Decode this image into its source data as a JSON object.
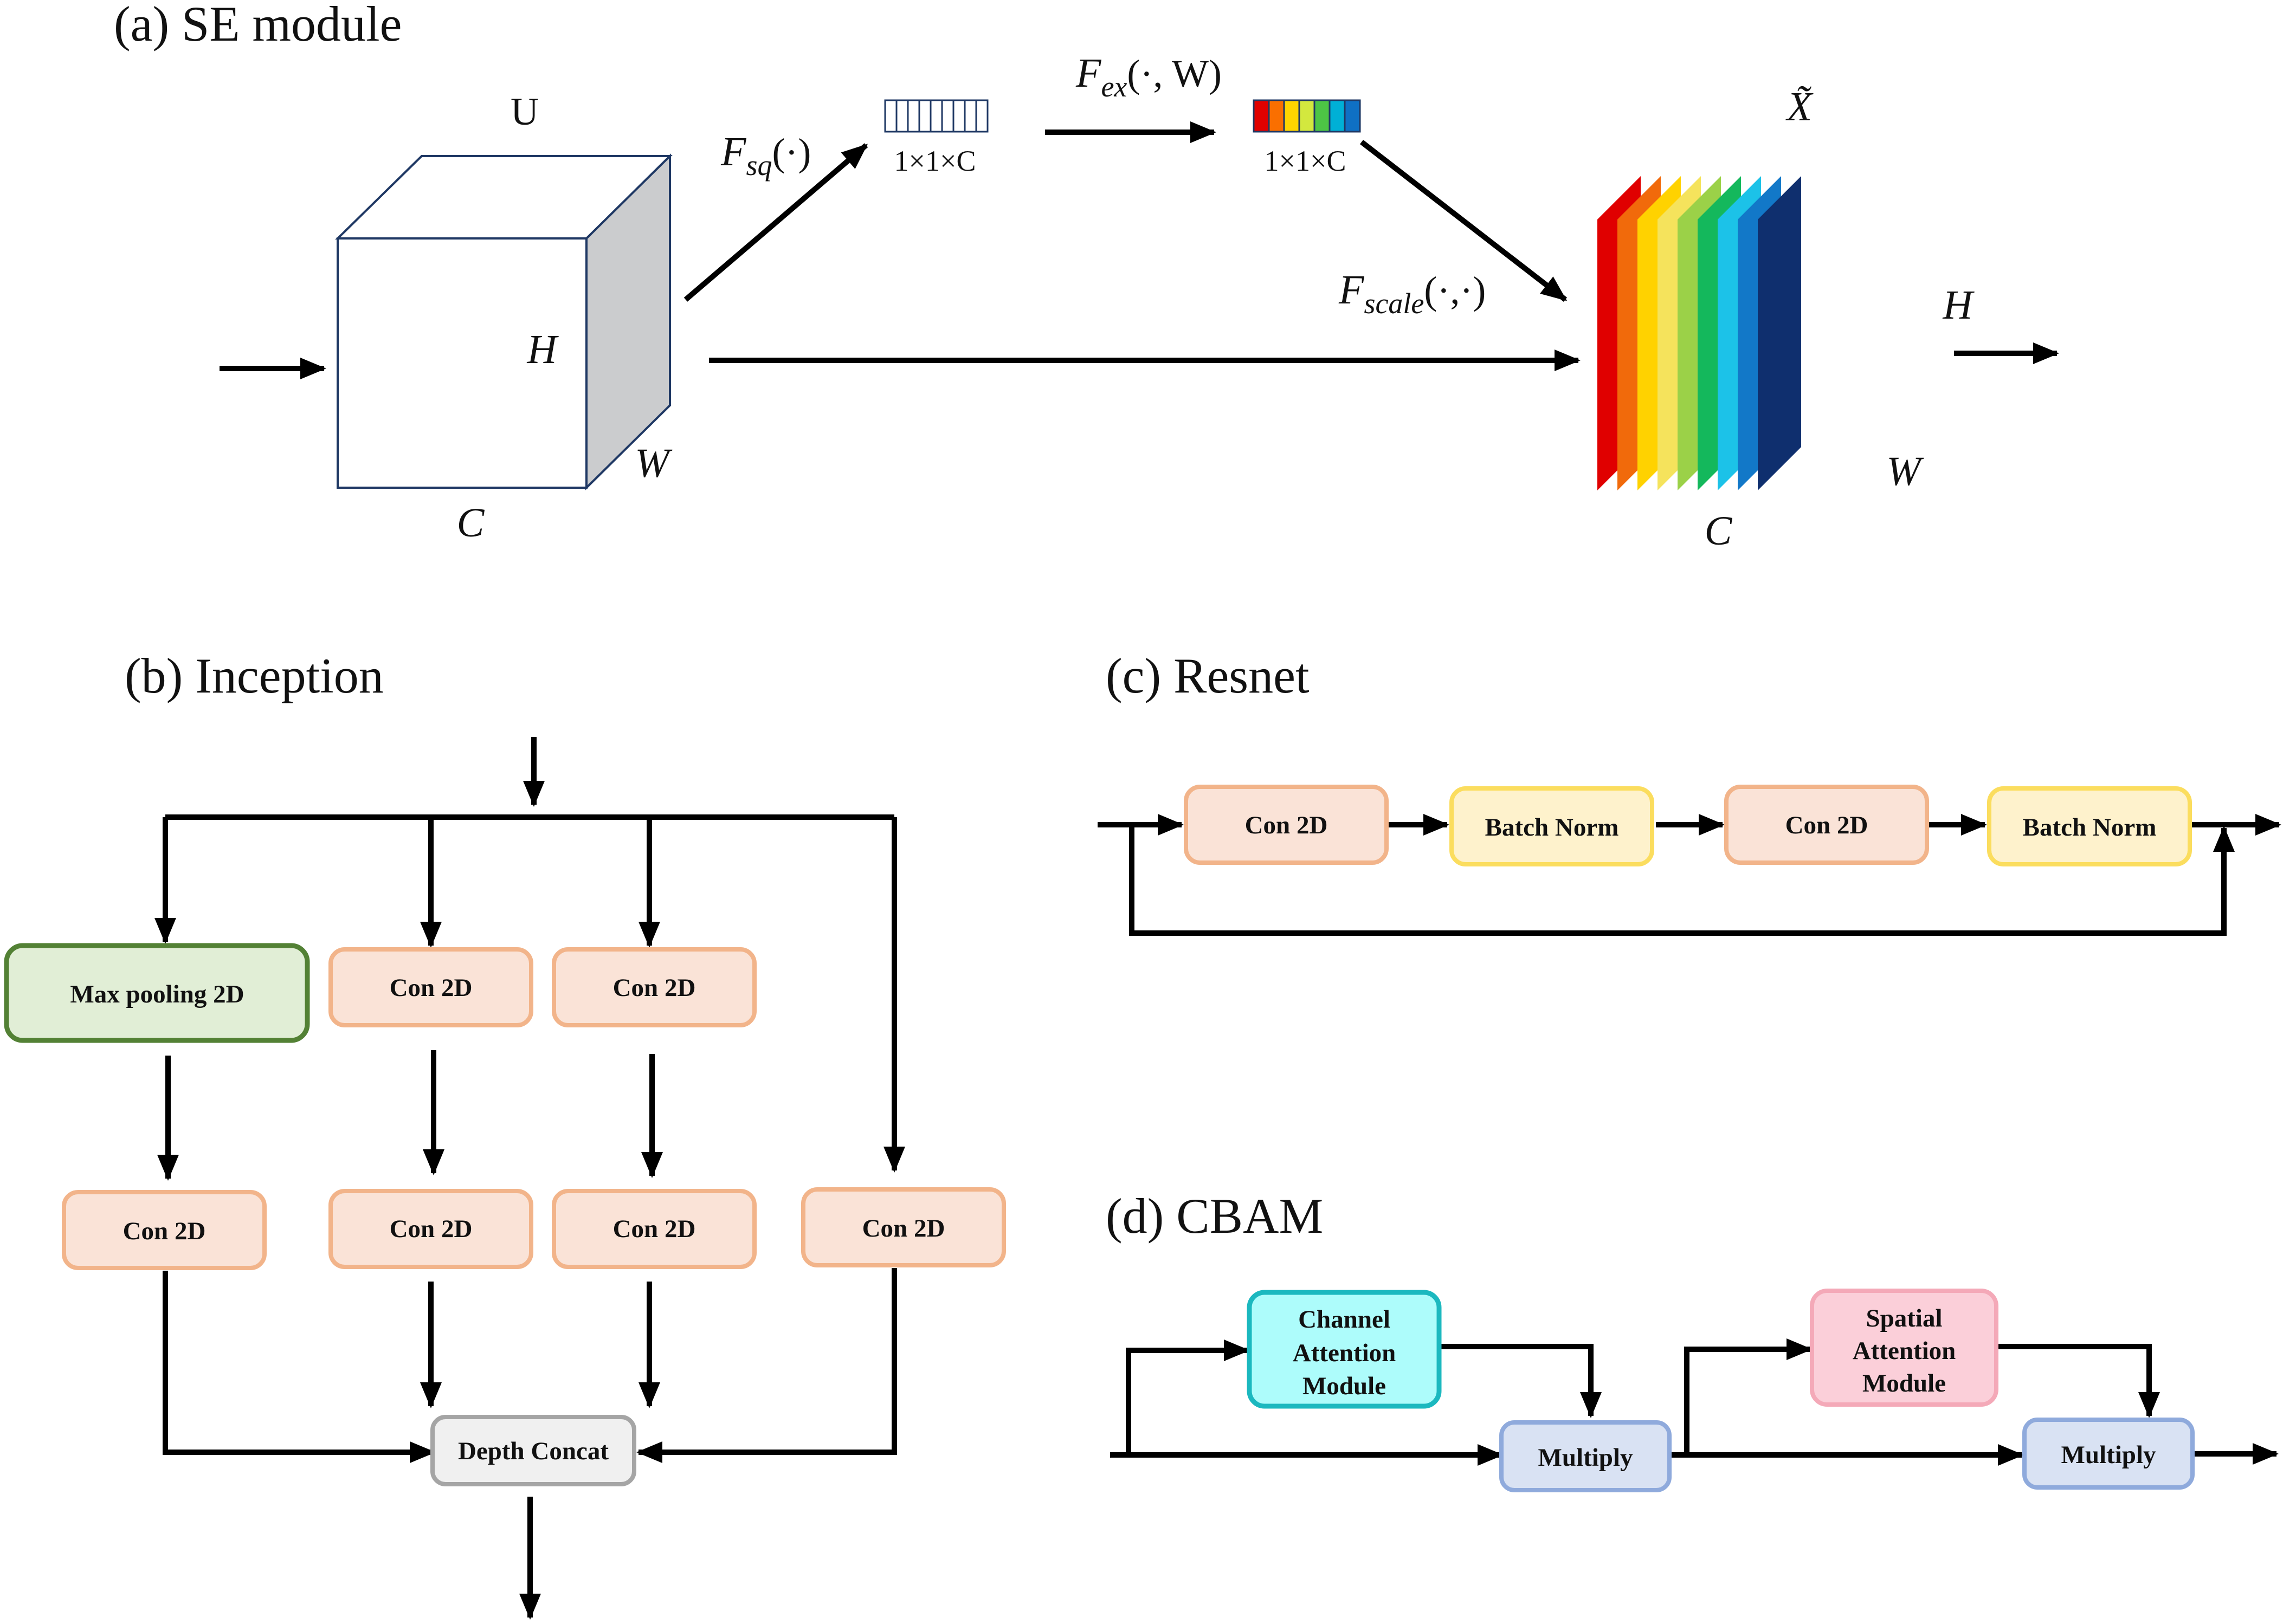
{
  "panels": {
    "se": {
      "title": "(a)  SE module",
      "u_label": "U",
      "h_label": "H",
      "w_label": "W",
      "c_label": "C",
      "f_sq": "F",
      "f_sq_sub": "sq",
      "f_sq_arg": "(·)",
      "f_ex": "F",
      "f_ex_sub": "ex",
      "f_ex_arg": "(·, W)",
      "f_scale": "F",
      "f_scale_sub": "scale",
      "f_scale_arg": "(·,·)",
      "vec1_label": "1×1×C",
      "vec2_label": "1×1×C",
      "xtilde_label": "X̃",
      "out_h_label": "H",
      "out_w_label": "W",
      "out_c_label": "C"
    },
    "inception": {
      "title": "(b)  Inception",
      "maxpool": "Max pooling 2D",
      "conv_top_2": "Con 2D",
      "conv_top_3": "Con 2D",
      "conv_mid_1": "Con 2D",
      "conv_mid_2": "Con 2D",
      "conv_mid_3": "Con 2D",
      "conv_mid_4": "Con 2D",
      "concat": "Depth Concat"
    },
    "resnet": {
      "title": "(c)  Resnet",
      "conv1": "Con 2D",
      "bn1": "Batch Norm",
      "conv2": "Con 2D",
      "bn2": "Batch Norm"
    },
    "cbam": {
      "title": "(d)  CBAM",
      "channel": [
        "Channel",
        "Attention",
        "Module"
      ],
      "spatial": [
        "Spatial",
        "Attention",
        "Module"
      ],
      "multiply1": "Multiply",
      "multiply2": "Multiply"
    }
  },
  "colors": {
    "conv_fill": "#fae3d7",
    "conv_stroke": "#f2b48a",
    "bn_fill": "#fef2cc",
    "bn_stroke": "#fbdd5e",
    "pool_fill": "#e1eed6",
    "pool_stroke": "#538135",
    "concat_fill": "#f0f0f0",
    "concat_stroke": "#a5a5a5",
    "channel_fill": "#adfcfb",
    "channel_stroke": "#1bb8bf",
    "spatial_fill": "#fbcfd9",
    "spatial_stroke": "#f4a9b8",
    "multiply_fill": "#d9e2f3",
    "multiply_stroke": "#8faadc",
    "cube_side": "#cbccce",
    "vec2_cells": [
      "#e00000",
      "#fa6f00",
      "#ffd500",
      "#d3e83e",
      "#4dc545",
      "#00b0d6",
      "#0f70c4"
    ],
    "planes": [
      "#e00000",
      "#f16a0b",
      "#ffd200",
      "#f5e35c",
      "#9bd148",
      "#14b85c",
      "#1cc2e8",
      "#1278c8",
      "#0f2f6e"
    ]
  }
}
